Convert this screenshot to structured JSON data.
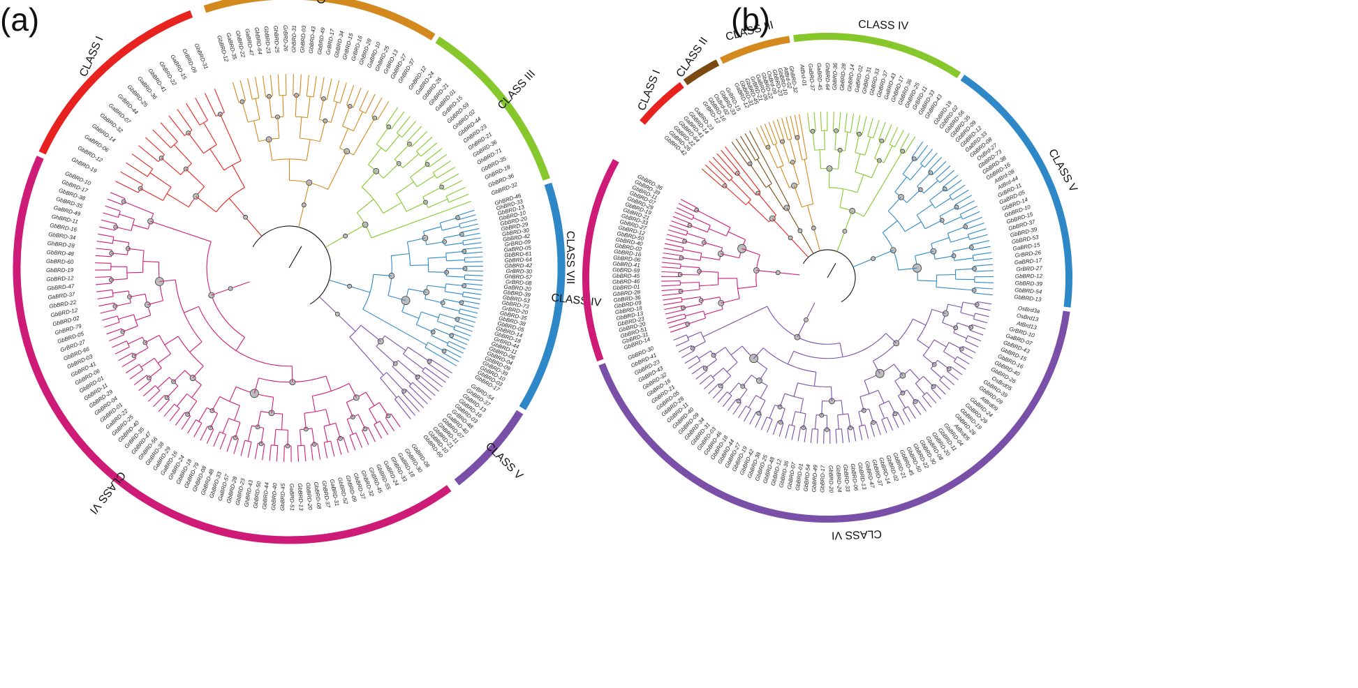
{
  "panels": [
    {
      "id": "a",
      "letter": "(a)",
      "classes": [
        {
          "name": "CLASS I",
          "color": "#e8231f",
          "leaves": [
            "GhBRD-19",
            "GbBRD-12",
            "GaBRD-06",
            "GbBRD-14",
            "GbBRD-32",
            "GaBRD-07",
            "GrBRD-44",
            "GbBRD-25",
            "GaBRD-36",
            "GbBRD-41",
            "GhBRD-22",
            "GaBRD-15",
            "GrBRD-09",
            "GbBRD-31"
          ]
        },
        {
          "name": "CLASS II",
          "color": "#d4891e",
          "leaves": [
            "GbBRD-12",
            "GaBRD-35",
            "GhBRD-22",
            "GaBRD-47",
            "GhBRD-64",
            "GbBRD-23",
            "GhBRD-25",
            "GrBRD-26",
            "GhBRD-31",
            "GhBRD-03",
            "GbBRD-43",
            "GbBRD-49",
            "GrBRD-17",
            "GbBRD-34",
            "GhBRD-15",
            "GrBRD-16",
            "GhBRD-28",
            "GaBRD-10",
            "GhBRD-25",
            "GrBRD-13",
            "GbBRD-27",
            "GhBRD-37"
          ]
        },
        {
          "name": "CLASS III",
          "color": "#86c82c",
          "leaves": [
            "GhBRD-12",
            "GaBRD-24",
            "GbBRD-26",
            "GhBRD-21",
            "GaBRD-01",
            "GrBRD-15",
            "GbBRD-59",
            "GhBRD-02",
            "GbBRD-44",
            "GhBRD-23",
            "GhBRD-21",
            "GbBRD-36",
            "GhBRD-71",
            "GbBRD-35",
            "GhBRD-18",
            "GbBRD-36",
            "GbBRD-32"
          ]
        },
        {
          "name": "CLASS IV",
          "color": "#2e88c8",
          "leaves": [
            "GhBRD-46",
            "GhBRD-33",
            "GbBRD-13",
            "GbBRD-10",
            "GbBRD-20",
            "GbBRD-29",
            "GbBRD-30",
            "GbBRD-42",
            "GrBRD-09",
            "GaBRD-05",
            "GbBRD-61",
            "GbBRD-64",
            "GbBRD-42",
            "GrBRD-30",
            "GhBRD-57",
            "GrBRD-08",
            "GaBRD-20",
            "GbBRD-39",
            "GbBRD-53",
            "GbBRD-73",
            "GrBRD-20",
            "GbBRD-35",
            "GbBRD-38",
            "GbBRD-05",
            "GbBRD-14",
            "GbBRD-18",
            "GrBRD-44",
            "GbBRD-11",
            "GbBRD-06",
            "GbBRD-04",
            "GbBRD-09",
            "GhBRD-39",
            "GbBRD-10",
            "GbBRD-03",
            "GbBRD-17"
          ]
        },
        {
          "name": "CLASS V",
          "color": "#7a4fa8",
          "leaves": [
            "GrBRD-54",
            "GhBRD-37",
            "GbBRD-13",
            "GbBRD-16",
            "GbBRD-03",
            "GrBRD-48",
            "GaBRD-40",
            "GbBRD-07",
            "GhBRD-11",
            "GbBRD-21",
            "GbBRD-10",
            "GbBRD-60"
          ]
        },
        {
          "name": "CLASS VI",
          "color": "#cf1b78",
          "leaves": [
            "GbBRD-08",
            "GhBRD-30",
            "GaBRD-18",
            "GhBRD-33",
            "GaBRD-24",
            "GbBRD-55",
            "GhBRD-45",
            "GhBRD-32",
            "GbBRD-37",
            "GhBRD-09",
            "GbBRD-52",
            "GaBRD-31",
            "GhBRD-37",
            "GbBRD-08",
            "GbBRD-20",
            "GbBRD-13",
            "GaBRD-51",
            "GbBRD-45",
            "GbBRD-40",
            "GbBRD-44",
            "GbBRD-50",
            "GhBRD-43",
            "GbBRD-23",
            "GbBRD-28",
            "GaBRD-57",
            "GbBRD-33",
            "GbBRD-48",
            "GhBRD-08",
            "GbBRD-79",
            "GbBRD-18",
            "GhBRD-24",
            "GaBRD-16",
            "GaBRD-29",
            "GbBRD-38",
            "GhBRD-56",
            "GbBRD-47",
            "GrBRD-35",
            "GbBRD-40",
            "GbBRD-25",
            "GaBRD-22",
            "GbBRD-01",
            "GbBRD-04",
            "GbBRD-29",
            "GbBRD-11",
            "GbBRD-01",
            "GbBRD-06",
            "GbBRD-41",
            "GbBRD-03",
            "GbBRD-66",
            "GrBRD-27",
            "GbBRD-05",
            "GhBRD-79",
            "GbBRD-02",
            "GbBRD-12",
            "GbBRD-22",
            "GaBRD-37",
            "GbBRD-47",
            "GbBRD-12",
            "GbBRD-19",
            "GbBRD-60",
            "GbBRD-48",
            "GhBRD-28",
            "GbBRD-34",
            "GbBRD-16",
            "GhBRD-11",
            "GaBRD-49",
            "GbBRD-35",
            "GbBRD-38",
            "GbBRD-17",
            "GbBRD-10"
          ]
        }
      ]
    },
    {
      "id": "b",
      "letter": "(b)",
      "classes": [
        {
          "name": "CLASS I",
          "color": "#e8231f",
          "leaves": [
            "GbBRD-42",
            "GbBRD-26",
            "GbBRD-22",
            "GbBRD-64",
            "GaBRD-41",
            "GbBRD-14",
            "GaBRD-23"
          ]
        },
        {
          "name": "CLASS II",
          "color": "#7a4a12",
          "leaves": [
            "GrBRD-12",
            "GbBRD-16",
            "OsBrd-02",
            "GbBRD-33",
            "GrBRD-15"
          ]
        },
        {
          "name": "CLASS III",
          "color": "#d4891e",
          "leaves": [
            "GaBRD-12",
            "GbBRD-31",
            "GbBRD-45",
            "GrBRD-21",
            "GaBRD-06",
            "GbBRD-22",
            "OsBrd-09",
            "GbBRD-23",
            "GbBRD-10",
            "AtBrd-02",
            "GhBRD-32"
          ]
        },
        {
          "name": "CLASS IV",
          "color": "#86c82c",
          "leaves": [
            "AtBrd-01",
            "GaBRD-37",
            "GaBRD-45",
            "GhBRD-64",
            "GbBRD-36",
            "GbBRD-28",
            "GhBRD-14",
            "GaBRD-02",
            "GhBRD-31",
            "GbBRD-33",
            "GbBRD-37",
            "GaBRD-43",
            "GhBRD-17",
            "GbBRD-36",
            "GhBRD-25",
            "GrBRD-11",
            "GbBRD-33",
            "GhBRD-43"
          ]
        },
        {
          "name": "CLASS V",
          "color": "#2e88c8",
          "leaves": [
            "GbBRD-19",
            "GbBRD-02",
            "GbBRD-56",
            "GbBRD-35",
            "GbBRD-09",
            "GbBRD-12",
            "GaBRD-33",
            "GbBRD-08",
            "OsBrd-27",
            "GbBRD-73",
            "GbBRD-38",
            "GbBRD-16",
            "AtBrd-08",
            "AtBrd-44",
            "GrBRD-11",
            "GaBRD-05",
            "GbBRD-14",
            "GbBRD-10",
            "GbBRD-15",
            "GbBRD-37",
            "GbBRD-39",
            "GbBRD-53",
            "GaBRD-15",
            "GrBRD-26",
            "GaBRD-17",
            "GrBRD-27",
            "GbBRD-12",
            "GbBRD-39",
            "GbBRD-54",
            "GbBRD-13"
          ]
        },
        {
          "name": "CLASS VI",
          "color": "#7a4fa8",
          "leaves": [
            "OsBrd3a",
            "OsBrd13",
            "AtBrd13",
            "GrBRD-10",
            "GaBRD-07",
            "GbBRD-43",
            "GbBRD-15",
            "GbBRD-16",
            "GbBRD-40",
            "GbBRD-26",
            "OsBrd05",
            "GbBRD-39",
            "GbBRD-09",
            "AtBrd09",
            "GbBRD-24",
            "GbBRD-29",
            "GbBRD-19",
            "GbBRD-28",
            "AtBrd05",
            "GbBRD-04",
            "GbBRD-11",
            "GbBRD-20",
            "GbBRD-08",
            "GbBRD-30",
            "GbBRD-22",
            "GbBRD-50",
            "GbBRD-45",
            "GbBRD-21",
            "GbBRD-02",
            "GbBRD-14",
            "GbBRD-37",
            "GbBRD-47",
            "GbBRD-13",
            "GbBRD-06",
            "GbBRD-33",
            "GbBRD-24",
            "GbBRD-20",
            "GbBRD-17",
            "GbBRD-49",
            "GbBRD-54",
            "GbBRD-01",
            "GbBRD-07",
            "GbBRD-36",
            "GbBRD-12",
            "GbBRD-48",
            "GbBRD-25",
            "GbBRD-38",
            "GbBRD-42",
            "GbBRD-19",
            "GbBRD-27",
            "GbBRD-44",
            "GbBRD-18",
            "GbBRD-46",
            "GbBRD-03",
            "GbBRD-31",
            "GbBRD-34",
            "GbBRD-09",
            "GbBRD-40",
            "GbBRD-11",
            "GbBRD-28",
            "GbBRD-05",
            "GbBRD-21",
            "GbBRD-16",
            "GbBRD-32",
            "GbBRD-43",
            "GbBRD-23",
            "GbBRD-41",
            "GbBRD-30"
          ]
        },
        {
          "name": "CLASS VII",
          "color": "#cf1b78",
          "leaves": [
            "GbBRD-14",
            "GbBRD-31",
            "GbBRD-51",
            "GbBRD-20",
            "GbBRD-23",
            "GbBRD-13",
            "GbBRD-18",
            "GbBRD-09",
            "GbBRD-36",
            "GbBRD-28",
            "GbBRD-01",
            "GbBRD-46",
            "GbBRD-45",
            "GbBRD-59",
            "GbBRD-41",
            "GbBRD-06",
            "GbBRD-16",
            "GbBRD-02",
            "GbBRD-40",
            "GbBRD-50",
            "GbBRD-12",
            "GbBRD-27",
            "GbBRD-33",
            "GbBRD-21",
            "GbBRD-19",
            "GbBRD-29",
            "GbBRD-07",
            "GbBRD-11",
            "GbBRD-39",
            "GbBRD-36"
          ]
        }
      ]
    }
  ]
}
